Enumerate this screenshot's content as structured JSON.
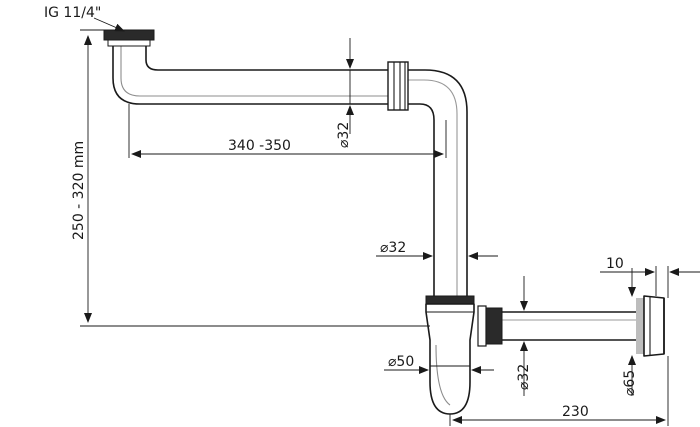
{
  "labels": {
    "thread": "IG 11/4\"",
    "height_range": "250 - 320 mm",
    "horizontal_length": "340 -350",
    "upper_pipe_diameter": "⌀32",
    "vertical_pipe_diameter": "⌀32",
    "trap_diameter": "⌀50",
    "outlet_pipe_diameter": "⌀32",
    "flange_diameter": "⌀65",
    "flange_thickness": "10",
    "outlet_length": "230"
  }
}
